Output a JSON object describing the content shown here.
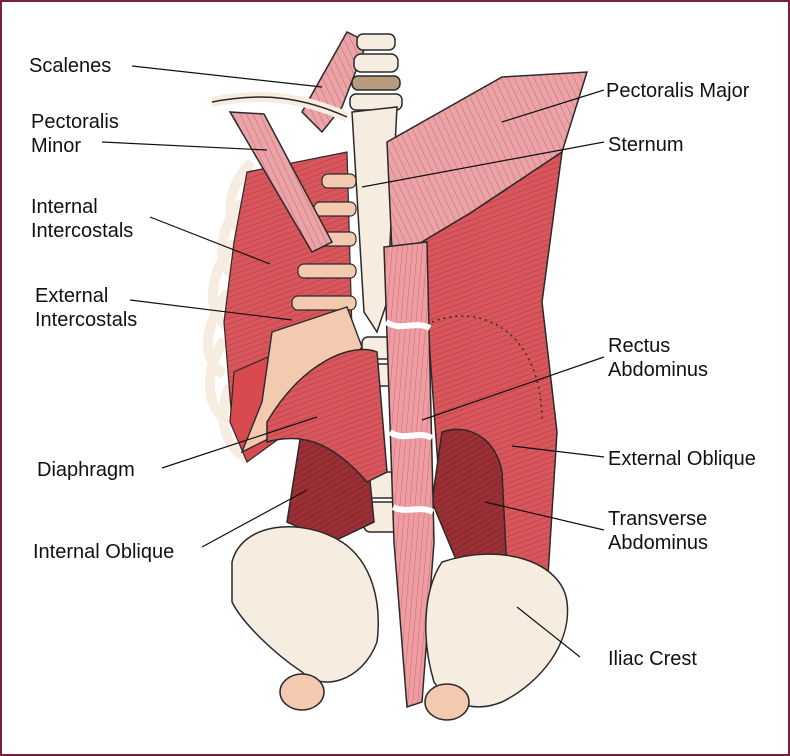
{
  "labels": {
    "scalenes": "Scalenes",
    "pectoralis_minor": [
      "Pectoralis",
      "Minor"
    ],
    "internal_intercostals": [
      "Internal",
      "Intercostals"
    ],
    "external_intercostals": [
      "External",
      "Intercostals"
    ],
    "diaphragm": "Diaphragm",
    "internal_oblique": "Internal Oblique",
    "pectoralis_major": "Pectoralis Major",
    "sternum": "Sternum",
    "rectus_abdominus": [
      "Rectus",
      "Abdominus"
    ],
    "external_oblique": "External Oblique",
    "transverse_abdominus": [
      "Transverse",
      "Abdominus"
    ],
    "iliac_crest": "Iliac Crest"
  },
  "colors": {
    "border": "#7a1f3a",
    "bone": "#f6ecdf",
    "bone_outline": "#2a2a2a",
    "muscle_light": "#e59a9e",
    "muscle_mid": "#d9575c",
    "muscle_dark": "#8e2a30",
    "cartilage": "#f3c9b0"
  }
}
